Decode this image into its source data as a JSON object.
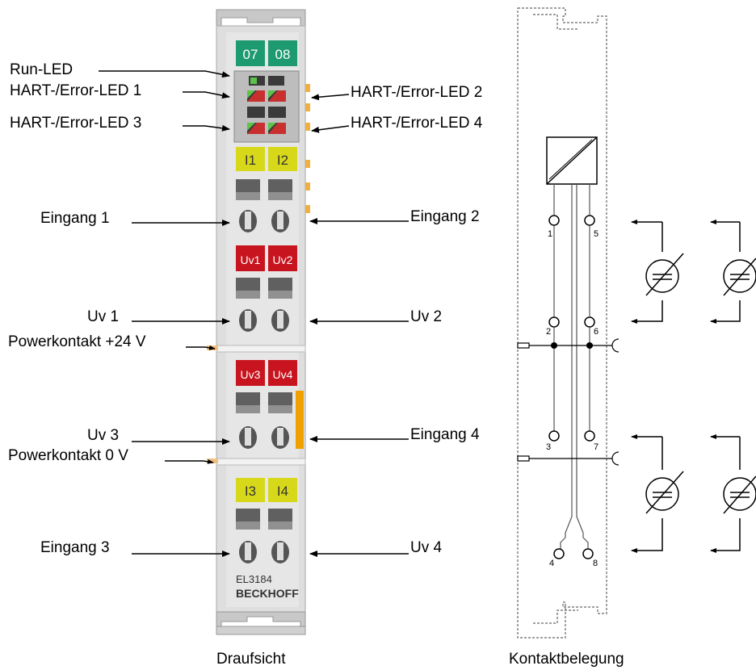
{
  "labels": {
    "run_led": "Run-LED",
    "hart_error_led_1": "HART-/Error-LED 1",
    "hart_error_led_2": "HART-/Error-LED 2",
    "hart_error_led_3": "HART-/Error-LED 3",
    "hart_error_led_4": "HART-/Error-LED 4",
    "eingang_1": "Eingang 1",
    "eingang_2": "Eingang 2",
    "eingang_3": "Eingang 3",
    "eingang_4": "Eingang 4",
    "uv_1": "Uv 1",
    "uv_2": "Uv 2",
    "uv_3": "Uv 3",
    "uv_4": "Uv 4",
    "powerkontakt_24v": "Powerkontakt +24 V",
    "powerkontakt_0v": "Powerkontakt 0 V"
  },
  "module": {
    "channel_tags_top": [
      "07",
      "08"
    ],
    "input_tags_top": [
      "I1",
      "I2"
    ],
    "uv_tags_mid": [
      "Uv1",
      "Uv2"
    ],
    "uv_tags_low": [
      "Uv3",
      "Uv4"
    ],
    "input_tags_low": [
      "I3",
      "I4"
    ],
    "model": "EL3184",
    "brand": "BECKHOFF"
  },
  "contacts": {
    "numbers_left": [
      "1",
      "2",
      "3",
      "4"
    ],
    "numbers_right": [
      "5",
      "6",
      "7",
      "8"
    ]
  },
  "captions": {
    "top_view": "Draufsicht",
    "contact_assignment": "Kontaktbelegung"
  },
  "colors": {
    "tag_green": "#1e9a70",
    "tag_yellow": "#d8d81a",
    "tag_red": "#c8141e",
    "housing": "#dcdcdc",
    "orange_strip": "#f0a000"
  }
}
